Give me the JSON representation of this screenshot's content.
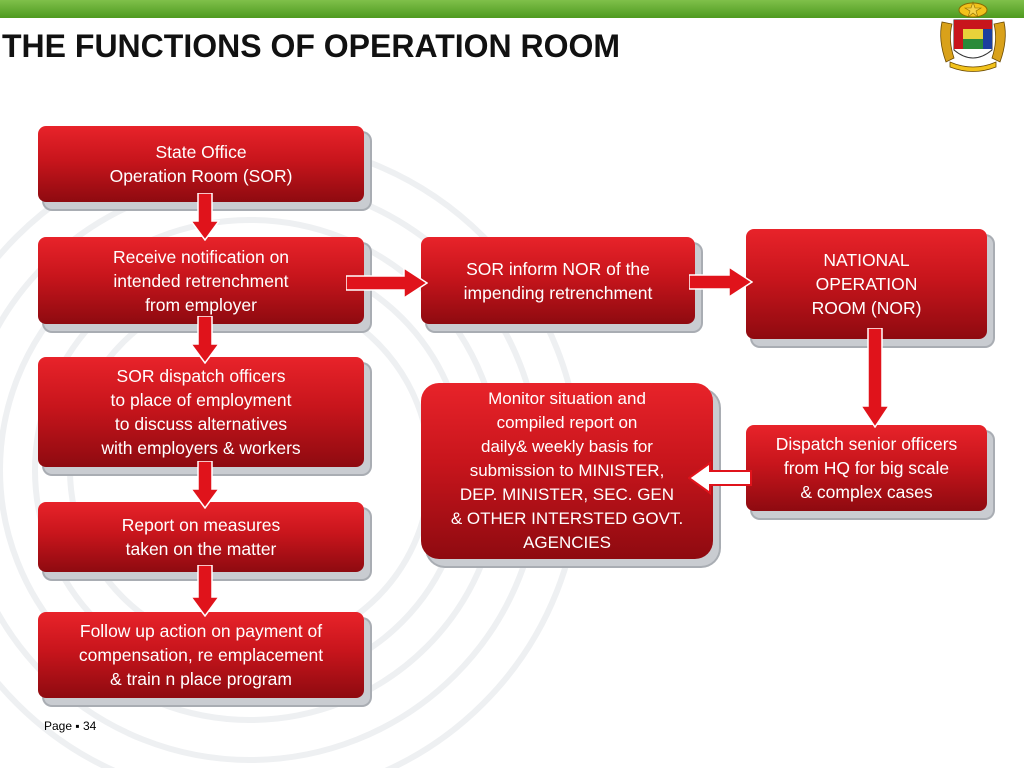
{
  "slide": {
    "title": "THE FUNCTIONS OF OPERATION ROOM",
    "footer": "Page ▪ 34"
  },
  "colors": {
    "top_bar": "#5aa52a",
    "box_red": "#c8151c",
    "arrow_red": "#e0131b"
  },
  "icons": {
    "emblem": "malaysia-coat-of-arms-icon"
  },
  "boxes": {
    "sor": "State Office\nOperation Room (SOR)",
    "receive": "Receive notification on\nintended retrenchment\nfrom employer",
    "dispatch_officers": "SOR dispatch officers\nto place of employment\nto discuss alternatives\nwith employers & workers",
    "report": "Report on measures\ntaken on the matter",
    "follow_up": "Follow up action on payment of\ncompensation, re emplacement\n& train n place program",
    "inform_nor": "SOR inform NOR of the\nimpending retrenchment",
    "nor": "NATIONAL\nOPERATION\nROOM (NOR)",
    "dispatch_senior": "Dispatch senior officers\nfrom HQ for big scale\n& complex cases",
    "monitor": "Monitor situation and\ncompiled report on\ndaily& weekly basis for\nsubmission to MINISTER,\nDEP. MINISTER, SEC. GEN\n& OTHER INTERSTED GOVT.\nAGENCIES"
  }
}
